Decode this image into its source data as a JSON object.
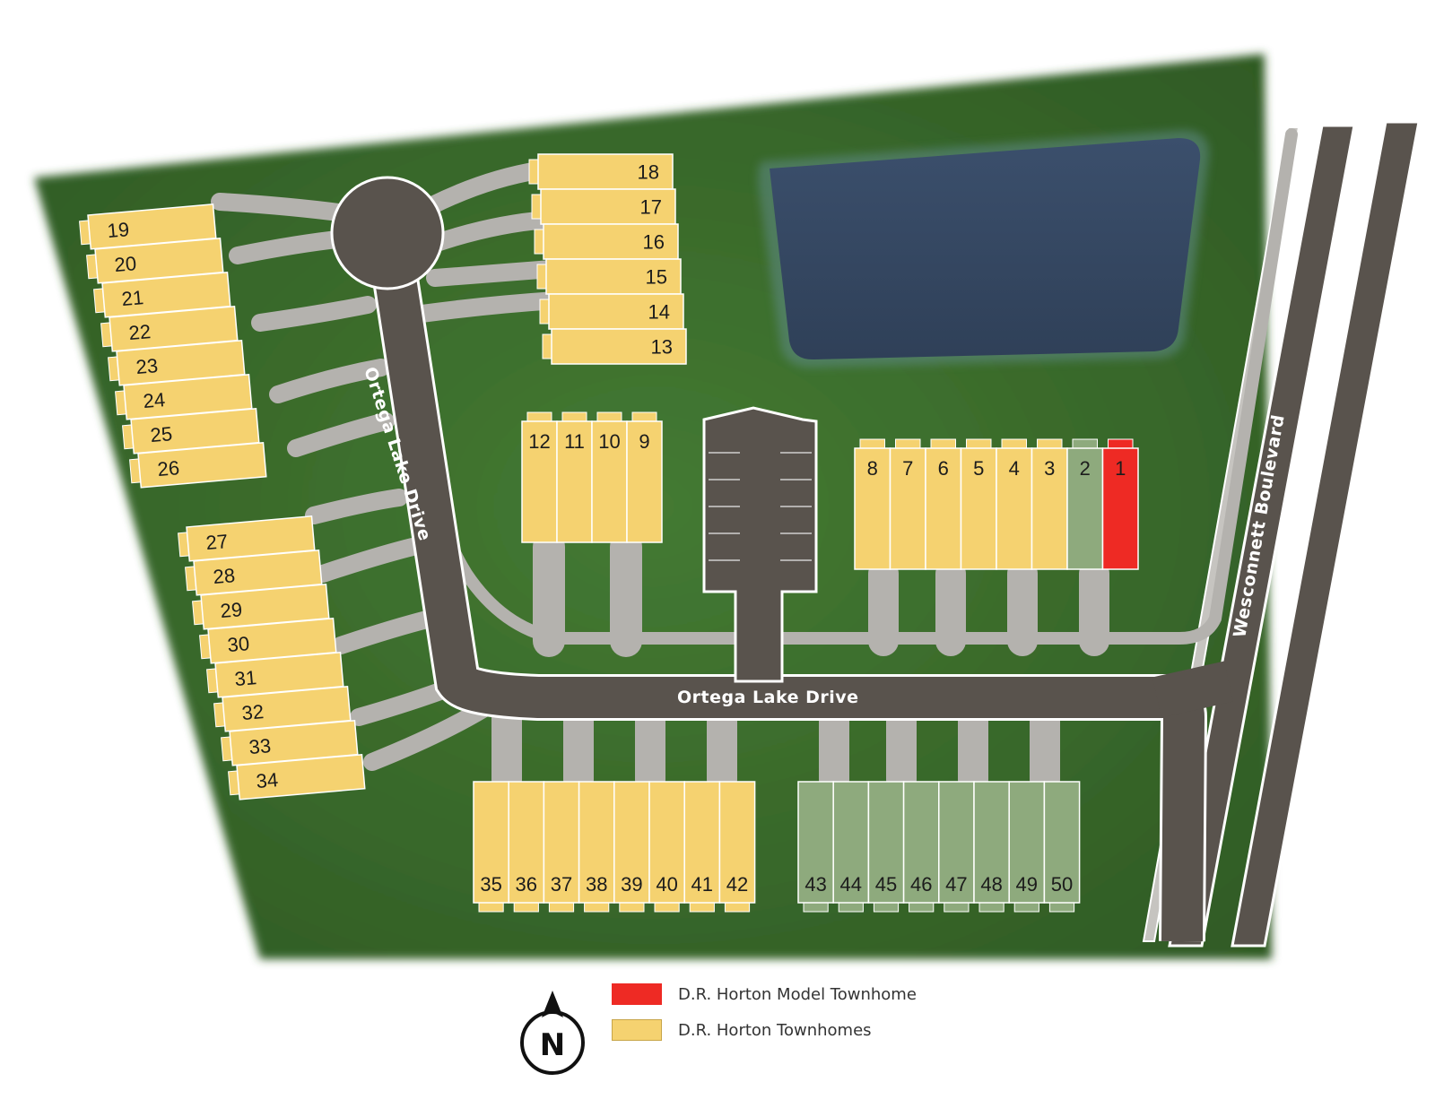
{
  "colors": {
    "grass": "#3a6b2c",
    "road": "#59534d",
    "paving": "#b4b2ae",
    "pond": "#334660",
    "townhome": "#f5d270",
    "model": "#ee2a24",
    "sold": "#8eaa7d"
  },
  "streets": {
    "ortega_main": "Ortega Lake Drive",
    "ortega_vertical": "Ortega Lake Drive",
    "wesconnett": "Wesconnett Boulevard"
  },
  "legend": {
    "north_label": "N",
    "items": [
      {
        "label": "D.R. Horton Model Townhome",
        "color": "#ee2a24"
      },
      {
        "label": "D.R. Horton Townhomes",
        "color": "#f5d270"
      }
    ]
  },
  "lots": {
    "row_1_8": [
      {
        "num": "8",
        "status": "available"
      },
      {
        "num": "7",
        "status": "available"
      },
      {
        "num": "6",
        "status": "available"
      },
      {
        "num": "5",
        "status": "available"
      },
      {
        "num": "4",
        "status": "available"
      },
      {
        "num": "3",
        "status": "available"
      },
      {
        "num": "2",
        "status": "sold"
      },
      {
        "num": "1",
        "status": "model"
      }
    ],
    "row_9_12": [
      {
        "num": "12",
        "status": "available"
      },
      {
        "num": "11",
        "status": "available"
      },
      {
        "num": "10",
        "status": "available"
      },
      {
        "num": "9",
        "status": "available"
      }
    ],
    "row_13_18": [
      {
        "num": "18",
        "status": "available"
      },
      {
        "num": "17",
        "status": "available"
      },
      {
        "num": "16",
        "status": "available"
      },
      {
        "num": "15",
        "status": "available"
      },
      {
        "num": "14",
        "status": "available"
      },
      {
        "num": "13",
        "status": "available"
      }
    ],
    "row_19_26": [
      {
        "num": "19",
        "status": "available"
      },
      {
        "num": "20",
        "status": "available"
      },
      {
        "num": "21",
        "status": "available"
      },
      {
        "num": "22",
        "status": "available"
      },
      {
        "num": "23",
        "status": "available"
      },
      {
        "num": "24",
        "status": "available"
      },
      {
        "num": "25",
        "status": "available"
      },
      {
        "num": "26",
        "status": "available"
      }
    ],
    "row_27_34": [
      {
        "num": "27",
        "status": "available"
      },
      {
        "num": "28",
        "status": "available"
      },
      {
        "num": "29",
        "status": "available"
      },
      {
        "num": "30",
        "status": "available"
      },
      {
        "num": "31",
        "status": "available"
      },
      {
        "num": "32",
        "status": "available"
      },
      {
        "num": "33",
        "status": "available"
      },
      {
        "num": "34",
        "status": "available"
      }
    ],
    "row_35_42": [
      {
        "num": "35",
        "status": "available"
      },
      {
        "num": "36",
        "status": "available"
      },
      {
        "num": "37",
        "status": "available"
      },
      {
        "num": "38",
        "status": "available"
      },
      {
        "num": "39",
        "status": "available"
      },
      {
        "num": "40",
        "status": "available"
      },
      {
        "num": "41",
        "status": "available"
      },
      {
        "num": "42",
        "status": "available"
      }
    ],
    "row_43_50": [
      {
        "num": "43",
        "status": "sold"
      },
      {
        "num": "44",
        "status": "sold"
      },
      {
        "num": "45",
        "status": "sold"
      },
      {
        "num": "46",
        "status": "sold"
      },
      {
        "num": "47",
        "status": "sold"
      },
      {
        "num": "48",
        "status": "sold"
      },
      {
        "num": "49",
        "status": "sold"
      },
      {
        "num": "50",
        "status": "sold"
      }
    ]
  }
}
